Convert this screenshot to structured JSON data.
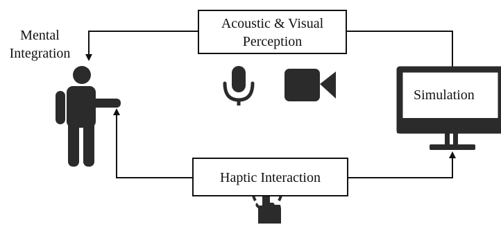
{
  "diagram": {
    "perception_box": {
      "line1": "Acoustic & Visual",
      "line2": "Perception"
    },
    "haptic_box": {
      "label": "Haptic Interaction"
    },
    "person_label": {
      "line1": "Mental",
      "line2": "Integration"
    },
    "simulation_label": "Simulation",
    "icons": [
      "person-icon",
      "microphone-icon",
      "video-camera-icon",
      "monitor-icon",
      "touch-icon"
    ]
  }
}
